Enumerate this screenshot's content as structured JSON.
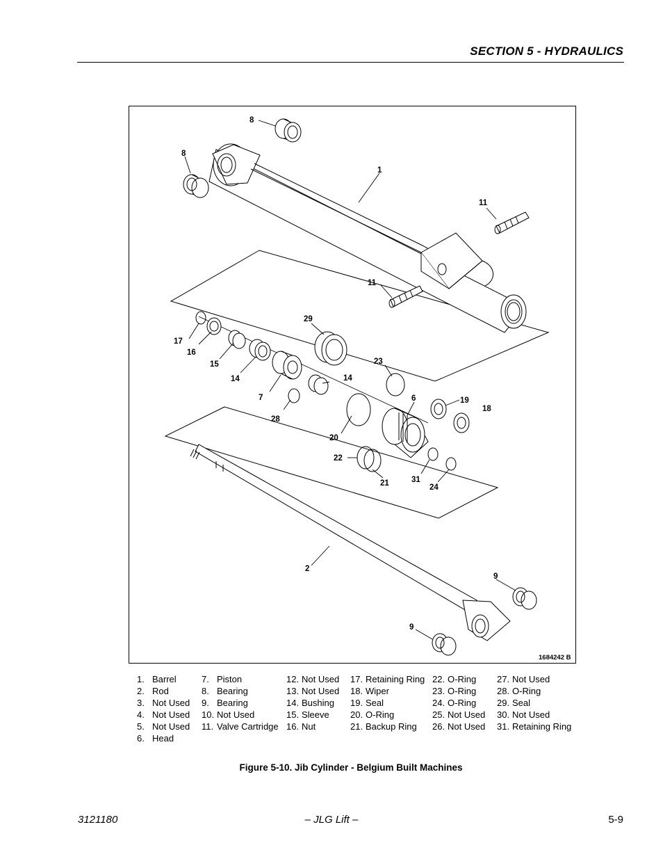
{
  "header": {
    "section_title": "SECTION 5 - HYDRAULICS"
  },
  "figure": {
    "drawing_id": "1684242 B",
    "callouts": [
      "8",
      "8",
      "1",
      "11",
      "11",
      "29",
      "17",
      "16",
      "15",
      "14",
      "7",
      "14",
      "28",
      "23",
      "6",
      "19",
      "18",
      "20",
      "22",
      "21",
      "31",
      "24",
      "2",
      "9",
      "9"
    ]
  },
  "legend": {
    "columns": [
      [
        {
          "num": "1.",
          "label": "Barrel"
        },
        {
          "num": "2.",
          "label": "Rod"
        },
        {
          "num": "3.",
          "label": "Not Used"
        },
        {
          "num": "4.",
          "label": "Not Used"
        },
        {
          "num": "5.",
          "label": "Not Used"
        },
        {
          "num": "6.",
          "label": "Head"
        }
      ],
      [
        {
          "num": "7.",
          "label": "Piston"
        },
        {
          "num": "8.",
          "label": "Bearing"
        },
        {
          "num": "9.",
          "label": "Bearing"
        },
        {
          "num": "10.",
          "label": "Not Used"
        },
        {
          "num": "11.",
          "label": "Valve Cartridge"
        }
      ],
      [
        {
          "num": "12.",
          "label": "Not Used"
        },
        {
          "num": "13.",
          "label": "Not Used"
        },
        {
          "num": "14.",
          "label": "Bushing"
        },
        {
          "num": "15.",
          "label": "Sleeve"
        },
        {
          "num": "16.",
          "label": "Nut"
        }
      ],
      [
        {
          "num": "17.",
          "label": "Retaining Ring"
        },
        {
          "num": "18.",
          "label": "Wiper"
        },
        {
          "num": "19.",
          "label": "Seal"
        },
        {
          "num": "20.",
          "label": "O-Ring"
        },
        {
          "num": "21.",
          "label": "Backup Ring"
        }
      ],
      [
        {
          "num": "22.",
          "label": "O-Ring"
        },
        {
          "num": "23.",
          "label": "O-Ring"
        },
        {
          "num": "24.",
          "label": "O-Ring"
        },
        {
          "num": "25.",
          "label": "Not Used"
        },
        {
          "num": "26.",
          "label": "Not Used"
        }
      ],
      [
        {
          "num": "27.",
          "label": "Not Used"
        },
        {
          "num": "28.",
          "label": "O-Ring"
        },
        {
          "num": "29.",
          "label": "Seal"
        },
        {
          "num": "30.",
          "label": "Not Used"
        },
        {
          "num": "31.",
          "label": "Retaining Ring"
        }
      ]
    ]
  },
  "caption": "Figure 5-10.  Jib Cylinder - Belgium Built Machines",
  "footer": {
    "doc_number": "3121180",
    "center": "– JLG Lift –",
    "page": "5-9"
  }
}
